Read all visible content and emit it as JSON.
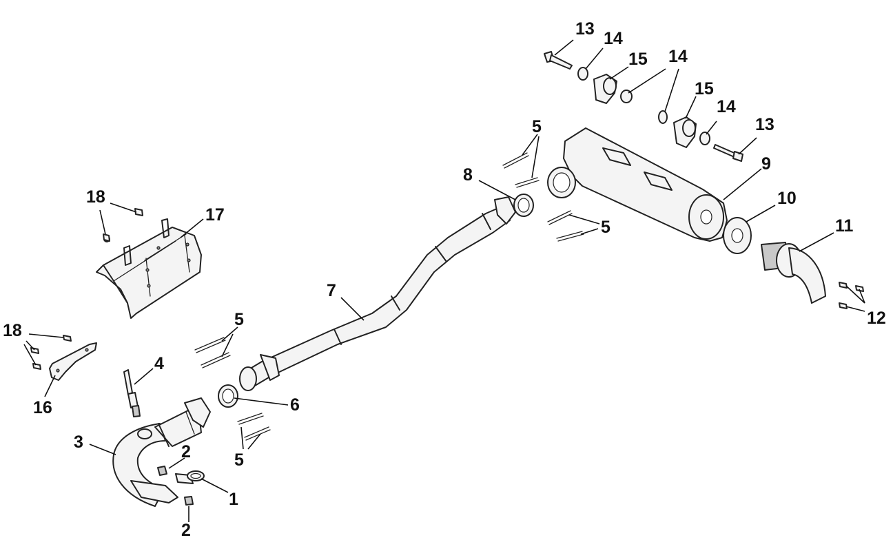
{
  "callouts": [
    {
      "id": "c-1",
      "text": "1"
    },
    {
      "id": "c-2a",
      "text": "2"
    },
    {
      "id": "c-2b",
      "text": "2"
    },
    {
      "id": "c-3",
      "text": "3"
    },
    {
      "id": "c-4",
      "text": "4"
    },
    {
      "id": "c-5a",
      "text": "5"
    },
    {
      "id": "c-5b",
      "text": "5"
    },
    {
      "id": "c-5c",
      "text": "5"
    },
    {
      "id": "c-5d",
      "text": "5"
    },
    {
      "id": "c-6",
      "text": "6"
    },
    {
      "id": "c-7",
      "text": "7"
    },
    {
      "id": "c-8",
      "text": "8"
    },
    {
      "id": "c-9",
      "text": "9"
    },
    {
      "id": "c-10",
      "text": "10"
    },
    {
      "id": "c-11",
      "text": "11"
    },
    {
      "id": "c-12",
      "text": "12"
    },
    {
      "id": "c-13a",
      "text": "13"
    },
    {
      "id": "c-13b",
      "text": "13"
    },
    {
      "id": "c-14a",
      "text": "14"
    },
    {
      "id": "c-14b",
      "text": "14"
    },
    {
      "id": "c-14c",
      "text": "14"
    },
    {
      "id": "c-15a",
      "text": "15"
    },
    {
      "id": "c-15b",
      "text": "15"
    },
    {
      "id": "c-16",
      "text": "16"
    },
    {
      "id": "c-17",
      "text": "17"
    },
    {
      "id": "c-18a",
      "text": "18"
    },
    {
      "id": "c-18b",
      "text": "18"
    }
  ]
}
